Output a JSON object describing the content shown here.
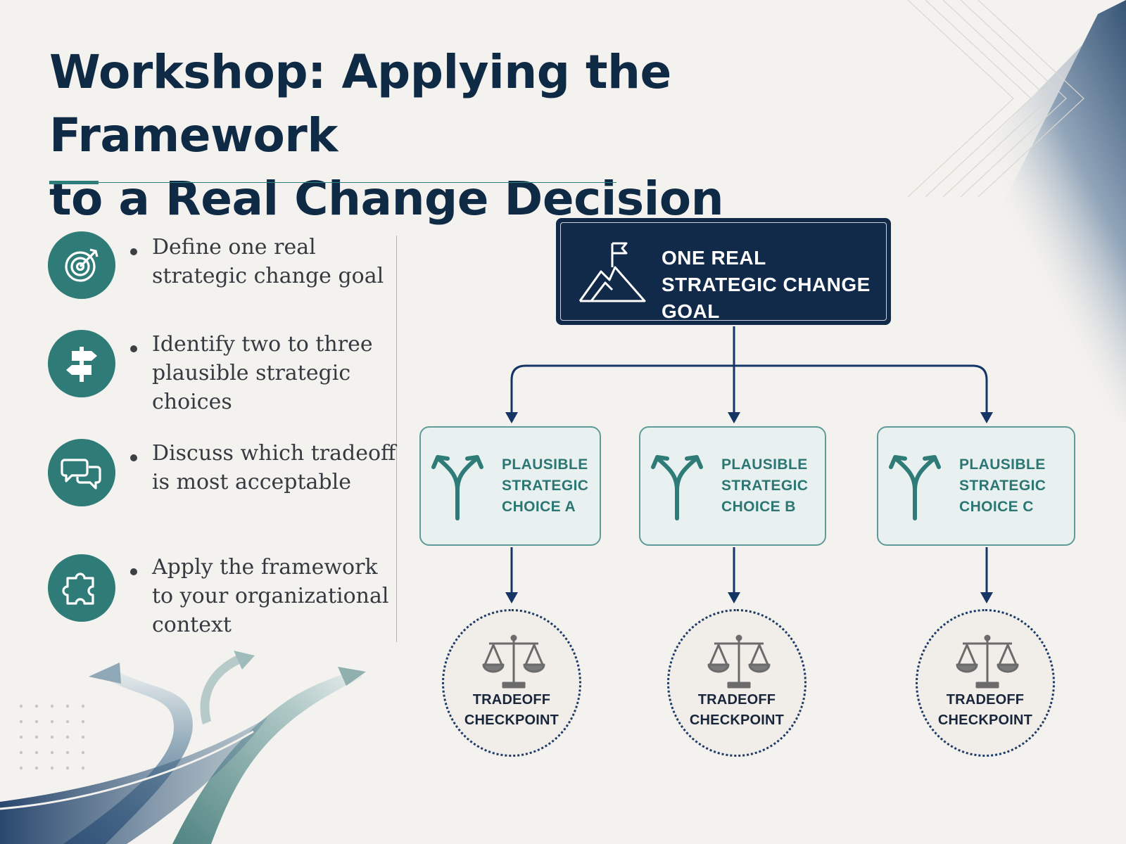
{
  "title": {
    "line1": "Workshop: Applying the Framework",
    "line2": "to a Real Change Decision"
  },
  "colors": {
    "navy": "#122a49",
    "teal": "#2e7b77",
    "light_teal_fill": "#e8f0f0",
    "background": "#f4f2ee"
  },
  "bullets": [
    {
      "icon": "target-icon",
      "text": "Define one real strategic change goal"
    },
    {
      "icon": "signpost-icon",
      "text": "Identify two to three plausible strategic choices"
    },
    {
      "icon": "chat-bubbles-icon",
      "text": "Discuss which tradeoff is most acceptable"
    },
    {
      "icon": "puzzle-piece-icon",
      "text": "Apply the framework to your organizational context"
    }
  ],
  "diagram": {
    "goal": {
      "icon": "mountain-flag-icon",
      "label": "ONE REAL STRATEGIC CHANGE GOAL"
    },
    "choices": [
      {
        "icon": "fork-arrow-icon",
        "label": "PLAUSIBLE STRATEGIC CHOICE A"
      },
      {
        "icon": "fork-arrow-icon",
        "label": "PLAUSIBLE STRATEGIC CHOICE B"
      },
      {
        "icon": "fork-arrow-icon",
        "label": "PLAUSIBLE STRATEGIC CHOICE C"
      }
    ],
    "checkpoints": [
      {
        "icon": "balance-scale-icon",
        "label": "TRADEOFF CHECKPOINT"
      },
      {
        "icon": "balance-scale-icon",
        "label": "TRADEOFF CHECKPOINT"
      },
      {
        "icon": "balance-scale-icon",
        "label": "TRADEOFF CHECKPOINT"
      }
    ]
  }
}
